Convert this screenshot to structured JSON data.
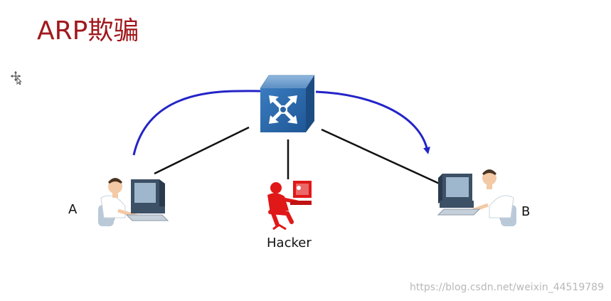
{
  "title": "ARP欺骗",
  "nodes": {
    "a": {
      "label": "A"
    },
    "b": {
      "label": "B"
    },
    "hacker": {
      "label": "Hacker"
    },
    "router": {
      "icon": "router-icon"
    }
  },
  "watermark": "https://blog.csdn.net/weixin_44519789",
  "colors": {
    "title": "#a1191c",
    "arc": "#2424c8",
    "router_face": "#2f6fb0",
    "hacker": "#e01818",
    "link": "#111111"
  }
}
